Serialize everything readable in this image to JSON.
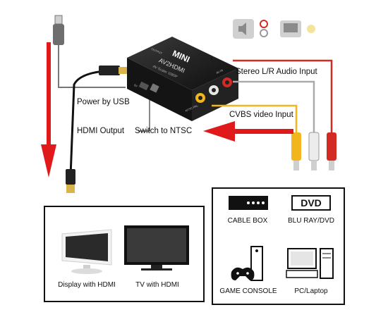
{
  "device": {
    "brand": "MINI",
    "model": "AV2HDMI",
    "subtext": "AV Scaler 1080P",
    "port_in": "AV IN",
    "port_out": "OUTPUT",
    "port_power": "5V",
    "switch": "NTSC PAL"
  },
  "callouts": {
    "power": "Power by USB",
    "hdmi_output": "HDMI Output",
    "switch_ntsc": "Switch to NTSC",
    "stereo_audio": "Stereo L/R Audio Input",
    "cvbs_video": "CVBS video Input"
  },
  "output_devices": [
    {
      "label": "Display with HDMI",
      "icon": "monitor-icon"
    },
    {
      "label": "TV with HDMI",
      "icon": "tv-icon"
    }
  ],
  "input_devices": [
    {
      "label": "CABLE BOX",
      "icon": "cable-box-icon"
    },
    {
      "label": "BLU RAY/DVD",
      "badge": "DVD",
      "icon": "dvd-icon"
    },
    {
      "label": "GAME CONSOLE",
      "icon": "game-console-icon"
    },
    {
      "label": "PC/Laptop",
      "icon": "pc-icon"
    }
  ],
  "colors": {
    "arrow": "#e0191b",
    "audio_red": "#d42a24",
    "audio_white": "#e9e9e9",
    "video_yellow": "#f2b51c",
    "device": "#1b1b1b"
  }
}
